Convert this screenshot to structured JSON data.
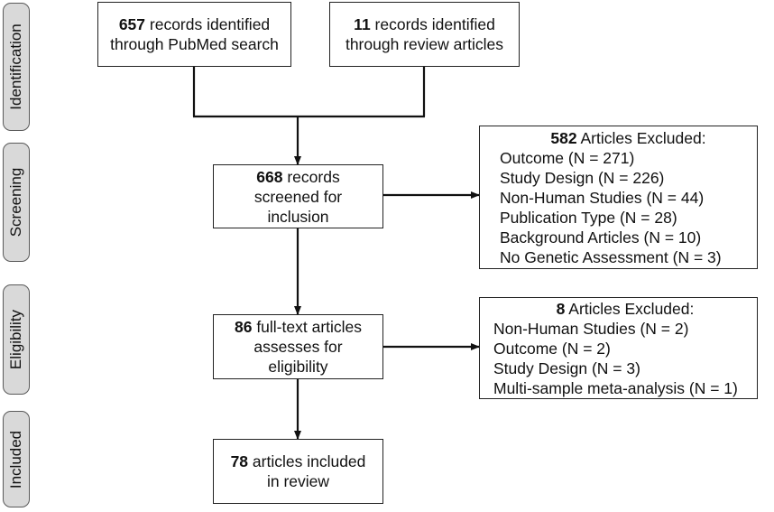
{
  "phases": {
    "identification": "Identification",
    "screening": "Screening",
    "eligibility": "Eligibility",
    "included": "Included"
  },
  "boxes": {
    "pubmed": {
      "count": "657",
      "line1_rest": " records identified",
      "line2": "through PubMed search"
    },
    "review": {
      "count": "11",
      "line1_rest": " records identified",
      "line2": "through review articles"
    },
    "screened": {
      "count": "668",
      "line1_rest": " records",
      "line2": "screened for",
      "line3": "inclusion"
    },
    "fulltext": {
      "count": "86",
      "line1_rest": " full-text articles",
      "line2": "assesses for",
      "line3": "eligibility"
    },
    "included": {
      "count": "78",
      "line1_rest": " articles included",
      "line2": "in review"
    }
  },
  "exclusions": {
    "screening": {
      "count": "582",
      "title_rest": " Articles Excluded:",
      "items": [
        "Outcome (N = 271)",
        "Study Design (N = 226)",
        "Non-Human Studies (N = 44)",
        "Publication Type (N = 28)",
        "Background Articles (N = 10)",
        "No Genetic Assessment (N = 3)"
      ]
    },
    "eligibility": {
      "count": "8",
      "title_rest": " Articles Excluded:",
      "items": [
        "Non-Human Studies (N = 2)",
        "Outcome (N = 2)",
        "Study Design (N = 3)",
        "Multi-sample meta-analysis (N = 1)"
      ]
    }
  }
}
